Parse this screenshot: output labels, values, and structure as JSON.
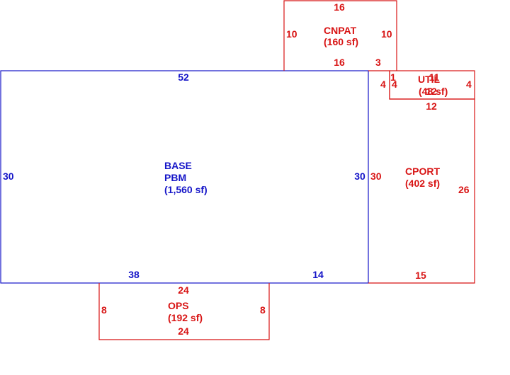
{
  "colors": {
    "base": "#1515c8",
    "addition": "#d81414"
  },
  "areas": {
    "base": {
      "name": "BASE",
      "code": "PBM",
      "area": "(1,560 sf)",
      "dims": {
        "top": "52",
        "left": "30",
        "right": "30",
        "bottom_left": "38",
        "bottom_right": "14"
      }
    },
    "cnpat": {
      "name": "CNPAT",
      "area": "(160 sf)",
      "dims": {
        "top": "16",
        "left": "10",
        "right": "10",
        "bottom": "16",
        "step": "3"
      }
    },
    "util": {
      "name": "UTIL",
      "area": "(48 sf)",
      "dims": {
        "top": "11",
        "top_small": "1",
        "left_outer": "4",
        "left_inner": "4",
        "right": "4",
        "bottom": "12",
        "inner": "12"
      }
    },
    "cport": {
      "name": "CPORT",
      "area": "(402 sf)",
      "dims": {
        "left": "30",
        "right": "26",
        "bottom": "15"
      }
    },
    "ops": {
      "name": "OPS",
      "area": "(192 sf)",
      "dims": {
        "top": "24",
        "left": "8",
        "right": "8",
        "bottom": "24"
      }
    }
  }
}
